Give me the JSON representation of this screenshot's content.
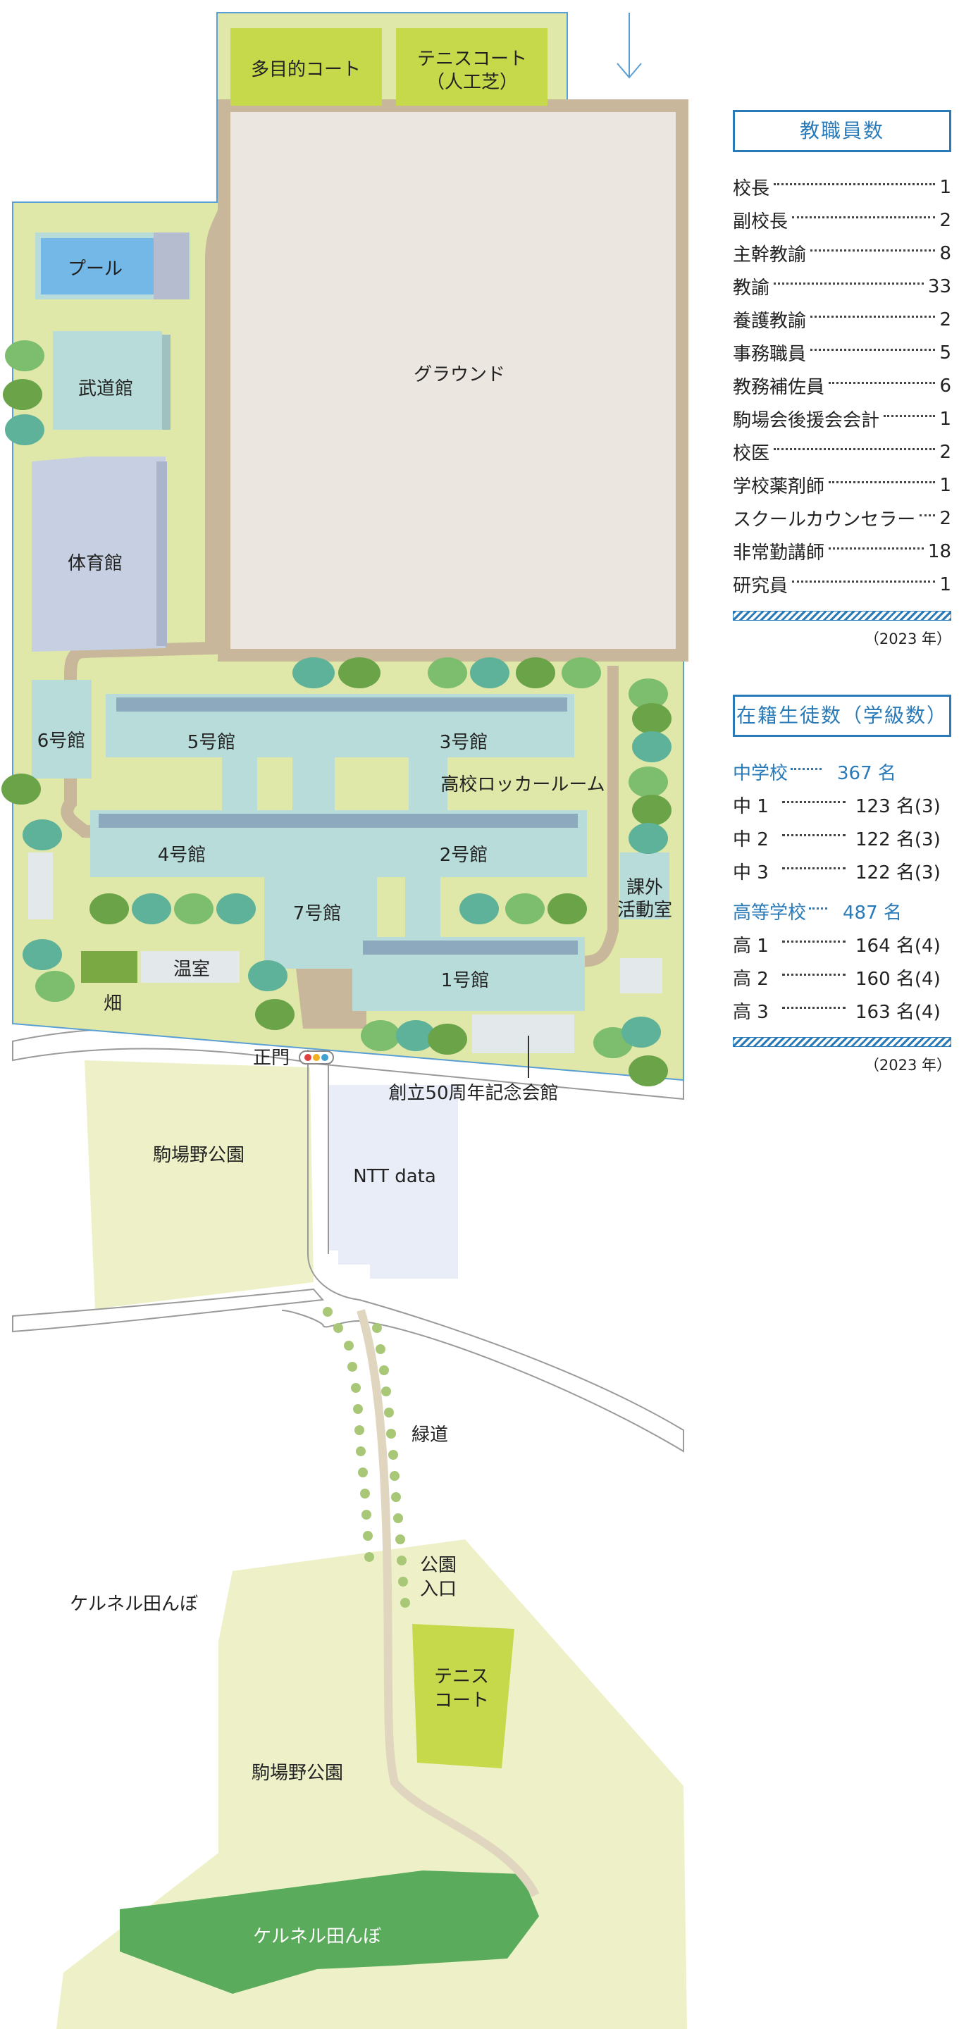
{
  "map": {
    "labels": {
      "multipurpose_court": "多目的コート",
      "tennis_court_top_1": "テニスコート",
      "tennis_court_top_2": "（人工芝）",
      "pool": "プール",
      "ground": "グラウンド",
      "budokan": "武道館",
      "gym": "体育館",
      "bldg6": "6号館",
      "bldg5": "5号館",
      "bldg3": "3号館",
      "hs_locker": "高校ロッカールーム",
      "bldg4": "4号館",
      "bldg2": "2号館",
      "bldg7": "7号館",
      "extracurricular_1": "課外",
      "extracurricular_2": "活動室",
      "greenhouse": "温室",
      "field": "畑",
      "bldg1": "1号館",
      "main_gate": "正門",
      "memorial_hall": "創立50周年記念会館",
      "park_upper": "駒場野公園",
      "ntt": "NTT data",
      "green_path": "緑道",
      "park_entrance_1": "公園",
      "park_entrance_2": "入口",
      "kellner_upper": "ケルネル田んぼ",
      "tennis_lower_1": "テニス",
      "tennis_lower_2": "コート",
      "park_lower": "駒場野公園",
      "kellner_lower": "ケルネル田んぼ"
    },
    "colors": {
      "campus": "#dfe8a8",
      "path": "#c8b79a",
      "court": "#c5d94a",
      "building": "#b7dcd9",
      "pool_water": "#74b8e8",
      "gym": "#c6d0e2",
      "park": "#eef1c8",
      "paddy": "#5aab5c",
      "ntt": "#e8edf8",
      "accent": "#2a7ab8"
    }
  },
  "staff": {
    "title": "教職員数",
    "rows": [
      {
        "name": "校長",
        "count": "1"
      },
      {
        "name": "副校長",
        "count": "2"
      },
      {
        "name": "主幹教諭",
        "count": "8"
      },
      {
        "name": "教諭",
        "count": "33"
      },
      {
        "name": "養護教諭",
        "count": "2"
      },
      {
        "name": "事務職員",
        "count": "5"
      },
      {
        "name": "教務補佐員",
        "count": "6"
      },
      {
        "name": "駒場会後援会会計",
        "count": "1"
      },
      {
        "name": "校医",
        "count": "2"
      },
      {
        "name": "学校薬剤師",
        "count": "1"
      },
      {
        "name": "スクールカウンセラー",
        "count": "2"
      },
      {
        "name": "非常勤講師",
        "count": "18"
      },
      {
        "name": "研究員",
        "count": "1"
      }
    ],
    "year": "（2023 年）"
  },
  "students": {
    "title": "在籍生徒数（学級数）",
    "jh": {
      "label": "中学校",
      "total": "367 名"
    },
    "jh_rows": [
      {
        "grade": "中 1",
        "count": "123 名(3)"
      },
      {
        "grade": "中 2",
        "count": "122 名(3)"
      },
      {
        "grade": "中 3",
        "count": "122 名(3)"
      }
    ],
    "hs": {
      "label": "高等学校",
      "total": "487 名"
    },
    "hs_rows": [
      {
        "grade": "高 1",
        "count": "164 名(4)"
      },
      {
        "grade": "高 2",
        "count": "160 名(4)"
      },
      {
        "grade": "高 3",
        "count": "163 名(4)"
      }
    ],
    "year": "（2023 年）"
  }
}
